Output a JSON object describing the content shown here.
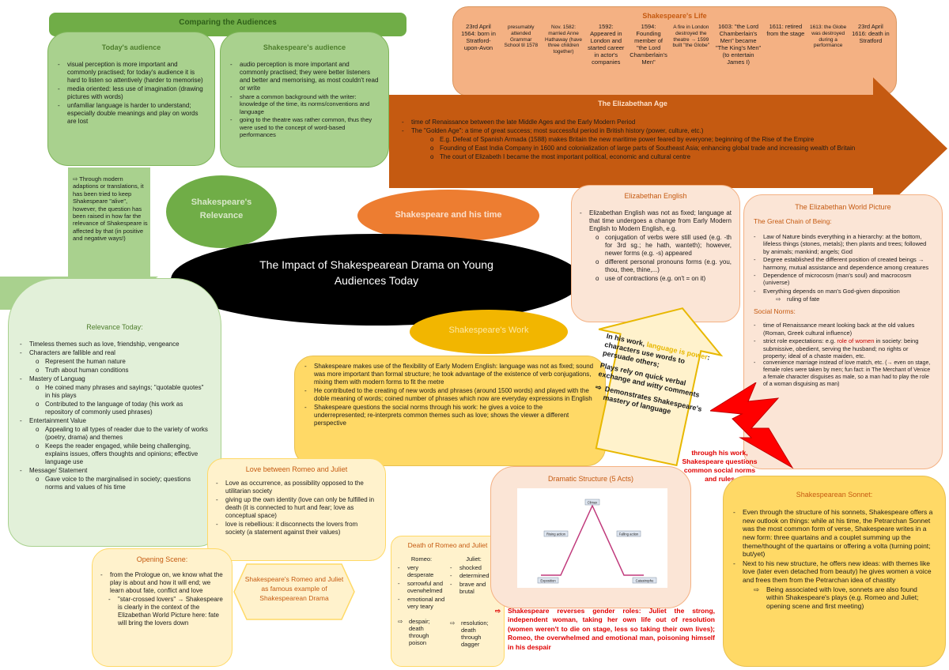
{
  "comparing": {
    "title": "Comparing the Audiences",
    "today": {
      "title": "Today's audience",
      "items": [
        "visual perception is more important and commonly practised; for today's audience it is hard to listen so attentively (harder to memorise)",
        "media oriented: less use of imagination (drawing pictures with words)",
        "unfamiliar language is harder to understand; especially double meanings and play on words are lost"
      ]
    },
    "shakespeare": {
      "title": "Shakespeare's audience",
      "items": [
        "audio perception is more important and commonly practised; they were better listeners and better and memorising, as most couldn't read or write",
        "share a common background with the writer: knowledge of the time, its norms/conventions and language",
        "going to the theatre was rather common, thus they were used to the concept of word-based performances"
      ]
    }
  },
  "life": {
    "title": "Shakespeare's Life",
    "events": [
      {
        "label": "23rd April 1564: born in Stratford-upon-Avon"
      },
      {
        "label": "presumably attended Grammar School til 1578"
      },
      {
        "label": "Nov. 1582: married Anne Hathaway (have three children together)"
      },
      {
        "label": "1592: Appeared in London and started career in actor's companies"
      },
      {
        "label": "1594: Founding member of \"the Lord Chamberlain's Men\""
      },
      {
        "label": "A fire in London destroyed the theatre → 1599 built \"the Globe\""
      },
      {
        "label": "1603: \"the Lord Chamberlain's Men\" became \"The King's Men\" (to entertain James I)"
      },
      {
        "label": "1611: retired from the stage"
      },
      {
        "label": "1613: the Globe was destroyed during a performance"
      },
      {
        "label": "23rd April 1616: death in Stratford"
      }
    ]
  },
  "age": {
    "title": "The Elizabethan Age",
    "items": [
      "time of Renaissance between the late Middle Ages and the Early Modern Period",
      "The \"Golden Age\": a time of great success; most successful period in British history (power, culture, etc.)"
    ],
    "subitems": [
      "E.g. Defeat of Spanish Armada (1588) makes Britain the new maritime power feared by everyone; beginning of the Rise of the Empire",
      "Founding of East India Company in 1600 and colonialization of large parts of Southeast Asia; enhancing global trade and increasing wealth of Britain",
      "The court of Elizabeth I became the most important political, economic and cultural centre"
    ]
  },
  "center": {
    "title": "The Impact of Shakespearean Drama on Young Audiences Today",
    "relevance_label": "Shakespeare's Relevance",
    "time_label": "Shakespeare and his time",
    "work_label": "Shakespeare's Work"
  },
  "adaptions": "Through modern adaptions or translations, it has been tried to keep Shakespeare \"alive\", however, the question has been raised in how far the relevance of Shakespeare is affected by that (in positive and negative ways!)",
  "relevance": {
    "title": "Relevance Today:",
    "items": [
      {
        "t": "Timeless themes such as love, friendship, vengeance",
        "sub": false
      },
      {
        "t": "Characters are fallible and real",
        "sub": false
      },
      {
        "t": "Represent the human nature",
        "sub": true
      },
      {
        "t": "Truth about human conditions",
        "sub": true
      },
      {
        "t": "Mastery of Languag",
        "sub": false
      },
      {
        "t": "He coined many phrases and sayings; \"quotable quotes\" in his plays",
        "sub": true
      },
      {
        "t": "Contributed to the language of today (his work as repository of commonly used phrases)",
        "sub": true
      },
      {
        "t": "Entertainment Value",
        "sub": false
      },
      {
        "t": "Appealing to all types of reader due to the variety of works (poetry, drama) and themes",
        "sub": true
      },
      {
        "t": "Keeps the reader engaged, while being challenging, explains issues, offers thoughts and opinions; effective language use",
        "sub": true
      },
      {
        "t": "Message/ Statement",
        "sub": false
      },
      {
        "t": "Gave voice to the marginalised in society; questions norms and values of his time",
        "sub": true
      }
    ]
  },
  "english": {
    "title": "Elizabethan English",
    "intro": "Elizabethan English was not as fixed; language at that time undergoes a change from Early Modern English to Modern English, e.g.",
    "items": [
      "conjugation of verbs were still used (e.g. -th for 3rd sg.; he hath, wanteth); however, newer forms (e.g. -s) appeared",
      "different personal pronouns forms (e.g. you, thou, thee, thine,...)",
      "use of contractions (e.g. on't = on it)"
    ]
  },
  "world": {
    "title": "The Elizabethan World Picture",
    "chain_title": "The Great Chain of Being:",
    "chain": [
      {
        "t": "Law of Nature binds everything in a hierarchy: at the bottom, lifeless things (stones, metals); then plants and trees; followed by animals; mankind; angels; God",
        "a": false
      },
      {
        "t": "Degree established the different position of created beings → harmony, mutual assistance and dependence among creatures",
        "a": false
      },
      {
        "t": "Dependence of microcosm (man's soul) and macrocosm (universe)",
        "a": false
      },
      {
        "t": "Everything depends on man's God-given disposition",
        "a": false
      },
      {
        "t": "ruling of fate",
        "a": true
      }
    ],
    "norms_title": "Social Norms:",
    "norms": [
      "time of Renaissance meant looking back at the old values (Roman, Greek cultural influence)",
      "strict role expectations: e.g. role of women in society: being submissive, obedient, serving the husband; no rights or property; ideal of a chaste maiden, etc.",
      "convenience marriage instead of love match, etc. (→ even on stage, female roles were taken by men; fun fact: in The Merchant of Venice a female character disguises as male, so a man had to play the role of a woman disguising as man)"
    ],
    "role_of_women": "role of women"
  },
  "work": {
    "items": [
      "Shakespeare makes use of the flexibility of Early Modern English: language was not as fixed; sound was more important than formal structure; he took advantage of the existence of verb conjugations, mixing them with modern forms to fit the metre",
      "He contributed to the creating of new words and phrases (around 1500 words) and played with the doble meaning of words; coined number of phrases which now are everyday expressions in English",
      "Shakespeare questions the social norms through his work: he gives a voice to the underrepresented; re-interprets common themes such as love; shows the viewer a different perspective"
    ]
  },
  "arrow_note": {
    "p1a": "In his work, ",
    "p1b": "language is power",
    "p1c": ": characters use words to persuade others;",
    "p2": "Plays rely on quick verbal exchange and witty comments",
    "p3": "Demonstrates Shakespeare's mastery of language"
  },
  "red_note": "through his work, Shakespeare questions common social norms and rules",
  "love": {
    "title": "Love between Romeo and Juliet",
    "items": [
      "Love as occurrence, as possibility opposed to the utilitarian society",
      "giving up the own identity (love can only be fulfilled in death (it is connected to hurt and fear; love as conceptual space)",
      "love is rebellious: it disconnects the lovers from society (a statement against their values)"
    ]
  },
  "opening": {
    "title": "Opening Scene:",
    "items": [
      "from the Prologue on, we know what the play is about and how it will end; we learn about fate, conflict and love",
      "\"star-crossed lovers\" → Shakespeare is clearly in the context of the Elizabethan World Picture here: fate will bring the lovers down"
    ]
  },
  "romeo_example": "Shakespeare's Romeo and Juliet as famous example of Shakespearean Drama",
  "death": {
    "title": "Death of Romeo and Juliet",
    "romeo_title": "Romeo:",
    "juliet_title": "Juliet:",
    "romeo": [
      "very desperate",
      "sorrowful and overwhelmed",
      "emotional and very teary"
    ],
    "juliet": [
      "shocked",
      "determined",
      "brave and brutal"
    ],
    "romeo_end": "despair; death through poison",
    "juliet_end": "resolution; death through dagger"
  },
  "dramatic": {
    "title": "Dramatic Structure (5 Acts)",
    "stages": [
      "Climax",
      "Rising action",
      "Falling action",
      "Exposition",
      "Catastrophe"
    ]
  },
  "gender": "Shakespeare reverses gender roles: Juliet the strong, independent woman, taking her own life out of resolution (women weren't to die on stage, less so taking their own lives); Romeo, the overwhelmed and emotional man, poisoning himself in his despair",
  "sonnet": {
    "title": "Shakespearean Sonnet:",
    "items": [
      "Even through the structure of his sonnets, Shakespeare offers a new outlook on things: while at his time, the Petrarchan Sonnet was the most common form of verse, Shakespeare writes in a new form: three quartains and a couplet summing up the theme/thought of the quartains or offering a volta (turning point; but/yet)",
      "Next to his new structure, he offers new ideas: with themes like love (later even detached from beauty) he gives women a voice and frees them from the Petrarchan idea of chastity"
    ],
    "arrow": "Being associated with love, sonnets are also found within Shakespeare's plays (e.g. Romeo and Juliet; opening scene and first meeting)"
  },
  "colors": {
    "green": "#a9d18e",
    "green_dark": "#70ad47",
    "peach": "#f4b183",
    "rust": "#c55a11",
    "yellow": "#ffd966",
    "gold": "#f2b600",
    "red": "#e00000"
  }
}
